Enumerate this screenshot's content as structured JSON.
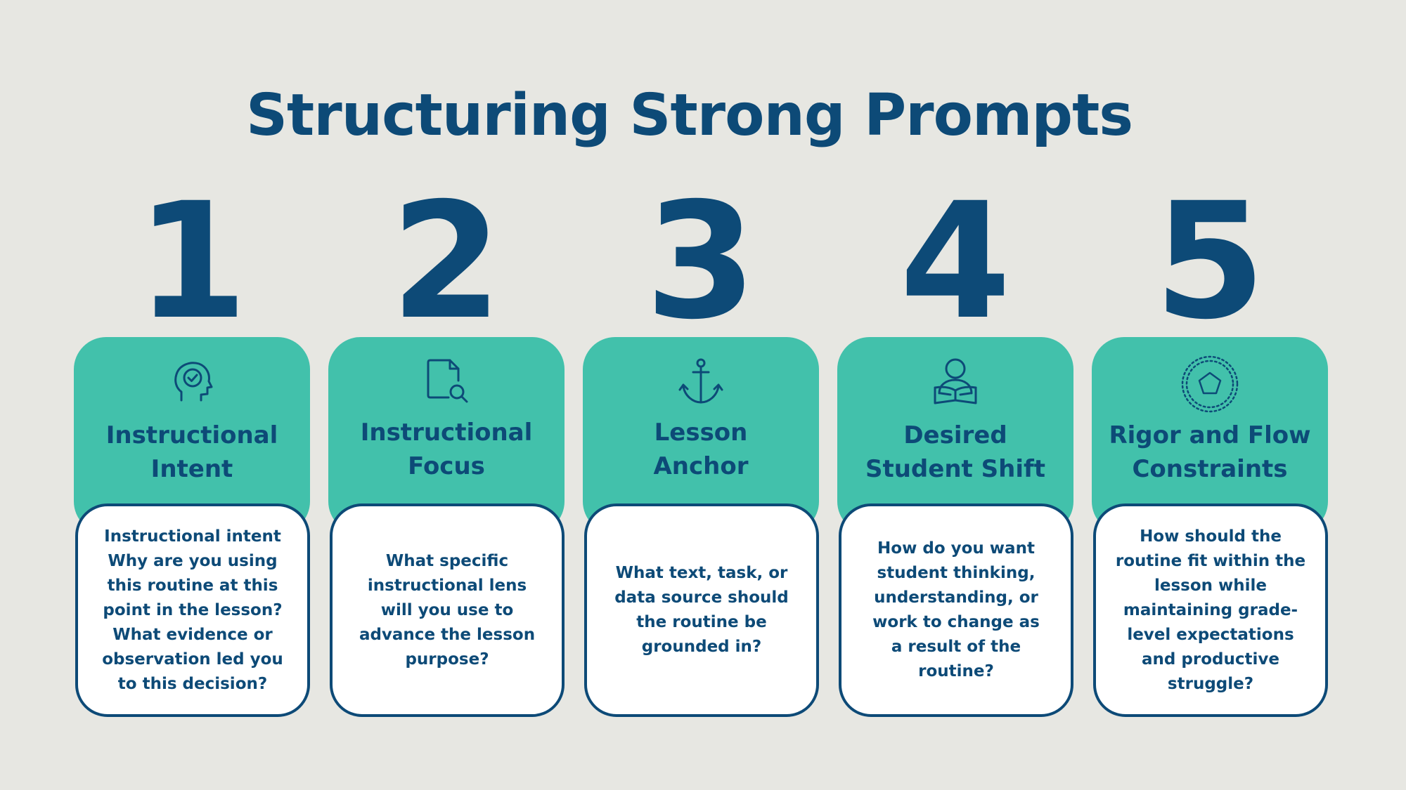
{
  "title": "Structuring Strong Prompts",
  "colors": {
    "background": "#e7e7e2",
    "navy": "#0d4a77",
    "teal": "#42c1ab",
    "card": "#ffffff"
  },
  "steps": [
    {
      "number": "1",
      "icon": "head-check-icon",
      "heading": "Instructional\nIntent",
      "body": "Instructional intent\nWhy are you using\nthis routine at this\npoint in the lesson?\nWhat evidence or\nobservation led you\nto this decision?"
    },
    {
      "number": "2",
      "icon": "document-search-icon",
      "heading": "Instructional\nFocus",
      "body": "What specific\ninstructional lens\nwill you use to\nadvance the lesson\npurpose?"
    },
    {
      "number": "3",
      "icon": "anchor-icon",
      "heading": "Lesson\nAnchor",
      "body": "What text, task, or\ndata source should\nthe routine be\ngrounded in?"
    },
    {
      "number": "4",
      "icon": "student-reading-icon",
      "heading": "Desired\nStudent Shift",
      "body": "How do you want\nstudent thinking,\nunderstanding, or\nwork to change as\na result of the\nroutine?"
    },
    {
      "number": "5",
      "icon": "pentagon-circle-icon",
      "heading": "Rigor and Flow\nConstraints",
      "body": "How should the\nroutine fit within the\nlesson while\nmaintaining grade-\nlevel expectations\nand productive\nstruggle?"
    }
  ]
}
